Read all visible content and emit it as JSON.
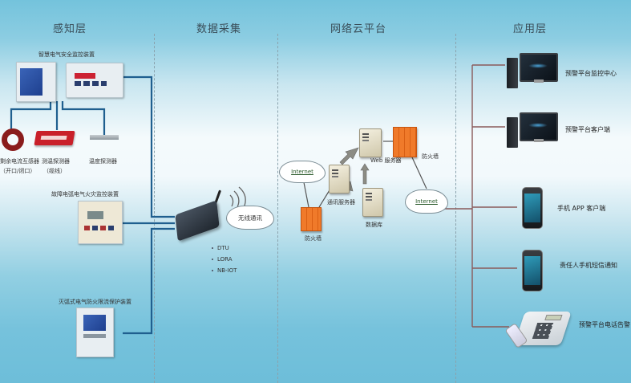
{
  "layers": {
    "perception": "感知层",
    "data_collection": "数据采集",
    "cloud_platform": "网络云平台",
    "application": "应用层"
  },
  "perception": {
    "device1_title": "智慧电气安全监控装置",
    "sensor1_line1": "剩余电流互感器",
    "sensor1_line2": "（开口/闭口）",
    "sensor2_line1": "测温探测器",
    "sensor2_line2": "（缆线）",
    "sensor3": "温度探测器",
    "device2_title": "故障电弧电气火灾监控装置",
    "device3_title": "灭弧式电气防火限流保护装置"
  },
  "collection": {
    "cloud_label": "无线通讯",
    "methods": [
      "DTU",
      "LORA",
      "NB-IOT"
    ]
  },
  "platform": {
    "internet_left": "Internet",
    "internet_right": "Internet",
    "comm_server": "通讯服务器",
    "web_server": "Web 服务器",
    "database": "数据库",
    "firewall_left": "防火墙",
    "firewall_right": "防火墙"
  },
  "application": {
    "items": [
      "预警平台监控中心",
      "预警平台客户端",
      "手机 APP 客户端",
      "责任人手机短信通知",
      "预警平台电话告警"
    ]
  },
  "colors": {
    "left_wire": "#1f5f8f",
    "right_wire": "#8a5a5a",
    "firewall": "#f07a2a"
  }
}
